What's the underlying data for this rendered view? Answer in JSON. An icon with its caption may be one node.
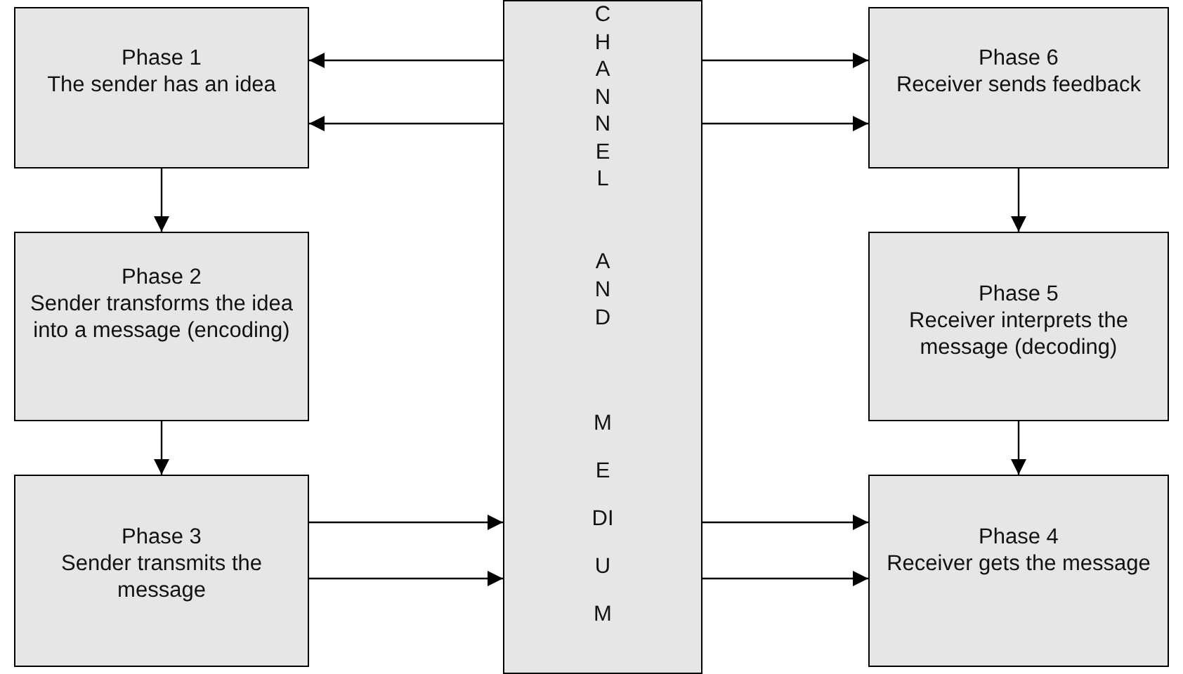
{
  "diagram": {
    "nodes": [
      {
        "text": [
          "Phase 1",
          "The sender has an idea"
        ]
      },
      {
        "text": [
          "Phase 2",
          "Sender transforms the idea into a message (encoding)"
        ]
      },
      {
        "text": [
          "Phase 3",
          "Sender transmits the message"
        ]
      },
      {
        "text": [
          "CHANNEL",
          "AND",
          "MEDIUM"
        ]
      },
      {
        "text": [
          "Phase 6",
          "Receiver sends feedback"
        ]
      },
      {
        "text": [
          "Phase 5",
          "Receiver interprets the message (decoding)"
        ]
      },
      {
        "text": [
          "Phase 4",
          "Receiver gets the message"
        ]
      }
    ],
    "edges": [
      {
        "from": 3,
        "to": 0,
        "arrow": "to"
      },
      {
        "from": 3,
        "to": 0,
        "arrow": "to"
      },
      {
        "from": 0,
        "to": 1,
        "arrow": "to"
      },
      {
        "from": 1,
        "to": 2,
        "arrow": "to"
      },
      {
        "from": 2,
        "to": 3,
        "arrow": "to"
      },
      {
        "from": 2,
        "to": 3,
        "arrow": "to"
      },
      {
        "from": 3,
        "to": 4,
        "arrow": "to"
      },
      {
        "from": 3,
        "to": 4,
        "arrow": "to"
      },
      {
        "from": 4,
        "to": 5,
        "arrow": "to"
      },
      {
        "from": 5,
        "to": 6,
        "arrow": "to"
      },
      {
        "from": 3,
        "to": 6,
        "arrow": "to"
      },
      {
        "from": 3,
        "to": 6,
        "arrow": "to"
      }
    ]
  }
}
